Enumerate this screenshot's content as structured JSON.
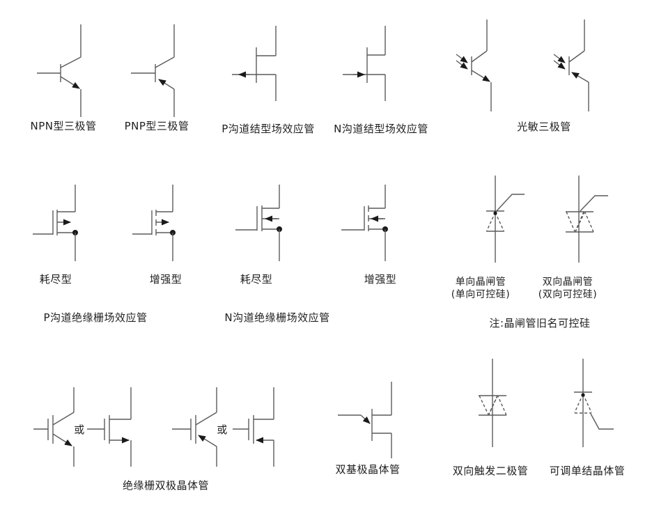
{
  "labels": {
    "npn": "NPN型三极管",
    "pnp": "PNP型三极管",
    "p_jfet": "P沟道结型场效应管",
    "n_jfet": "N沟道结型场效应管",
    "photo": "光敏三极管",
    "p_dep": "耗尽型",
    "p_enh": "增强型",
    "n_dep": "耗尽型",
    "n_enh": "增强型",
    "p_igfet_group": "P沟道绝缘栅场效应管",
    "n_igfet_group": "N沟道绝缘栅场效应管",
    "scr_name": "单向晶闸管",
    "scr_alt": "(单向可控硅)",
    "triac_name": "双向晶闸管",
    "triac_alt": "(双向可控硅)",
    "thyristor_note": "注:晶闸管旧名可控硅",
    "or_1": "或",
    "or_2": "或",
    "igbt_group": "绝缘栅双极晶体管",
    "ujt": "双基极晶体管",
    "diac": "双向触发二极管",
    "put": "可调单结晶体管"
  },
  "symbols": [
    "npn-transistor-symbol",
    "pnp-transistor-symbol",
    "p-channel-jfet-symbol",
    "n-channel-jfet-symbol",
    "photo-transistor-npn-symbol",
    "photo-transistor-pnp-symbol",
    "p-mosfet-depletion-symbol",
    "p-mosfet-enhancement-symbol",
    "n-mosfet-depletion-symbol",
    "n-mosfet-enhancement-symbol",
    "scr-thyristor-symbol",
    "triac-symbol",
    "igbt-bjt-style-symbol-1",
    "igbt-mosfet-style-symbol-1",
    "igbt-bjt-style-symbol-2",
    "igbt-mosfet-style-symbol-2",
    "unijunction-transistor-symbol",
    "diac-symbol",
    "put-symbol"
  ],
  "colors": {
    "background": "#ffffff",
    "line": "#5a5a5a",
    "arrow_fill": "#1a1a1a",
    "text": "#1f1f1f"
  }
}
